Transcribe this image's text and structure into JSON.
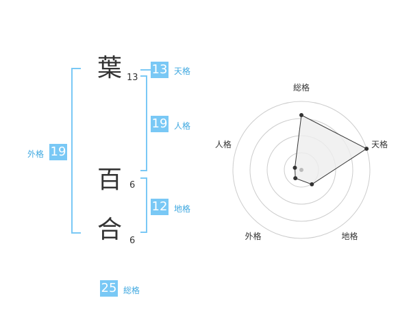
{
  "name": {
    "chars": [
      {
        "char": "葉",
        "strokes": "13"
      },
      {
        "char": "百",
        "strokes": "6"
      },
      {
        "char": "合",
        "strokes": "6"
      }
    ]
  },
  "fortunes": {
    "tenkaku": {
      "value": "13",
      "label": "天格"
    },
    "jinkaku": {
      "value": "19",
      "label": "人格"
    },
    "chikaku": {
      "value": "12",
      "label": "地格"
    },
    "gaikaku": {
      "value": "19",
      "label": "外格"
    },
    "soukaku": {
      "value": "25",
      "label": "総格"
    }
  },
  "chart_data": {
    "type": "radar",
    "axes": [
      "総格",
      "天格",
      "地格",
      "外格",
      "人格"
    ],
    "values": [
      4,
      5,
      1.3,
      0.75,
      0.5
    ],
    "rmax": 5,
    "rings": 4,
    "colors": {
      "line": "#333333",
      "fill": "#eeeeee",
      "grid": "#cccccc",
      "center": "#bbbbbb"
    }
  },
  "colors": {
    "accent": "#79c8f5",
    "label": "#3fa8e0",
    "text": "#333333"
  }
}
